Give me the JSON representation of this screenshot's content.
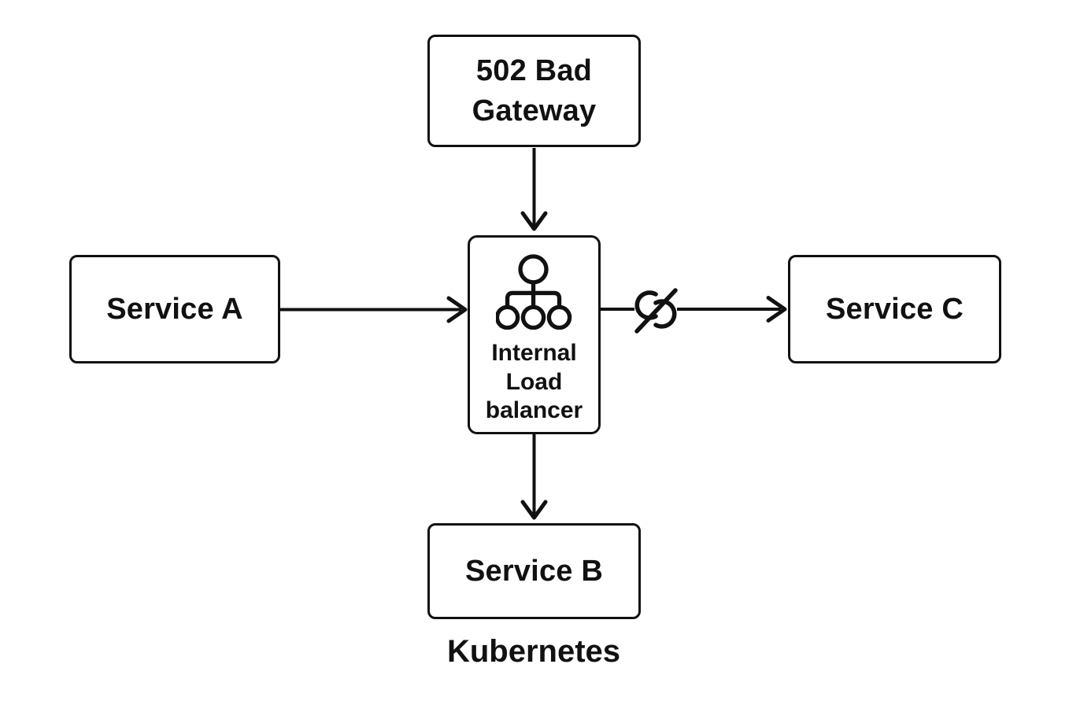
{
  "diagram": {
    "caption": "Kubernetes",
    "colors": {
      "background": "#ffffff",
      "stroke": "#111111",
      "text": "#111111"
    },
    "nodes": {
      "error_status": {
        "label": "502 Bad Gateway"
      },
      "service_a": {
        "label": "Service A"
      },
      "load_balancer": {
        "label": "Internal Load balancer",
        "icon": "load-balancer-tree-icon"
      },
      "service_b": {
        "label": "Service B"
      },
      "service_c": {
        "label": "Service C"
      }
    },
    "edges": [
      {
        "from": "502 Bad Gateway",
        "to": "Internal Load balancer",
        "type": "arrow",
        "status": "normal"
      },
      {
        "from": "Service A",
        "to": "Internal Load balancer",
        "type": "arrow",
        "status": "normal"
      },
      {
        "from": "Internal Load balancer",
        "to": "Service C",
        "type": "arrow",
        "status": "broken",
        "icon": "broken-link-icon"
      },
      {
        "from": "Internal Load balancer",
        "to": "Service B",
        "type": "arrow",
        "status": "normal"
      }
    ]
  }
}
